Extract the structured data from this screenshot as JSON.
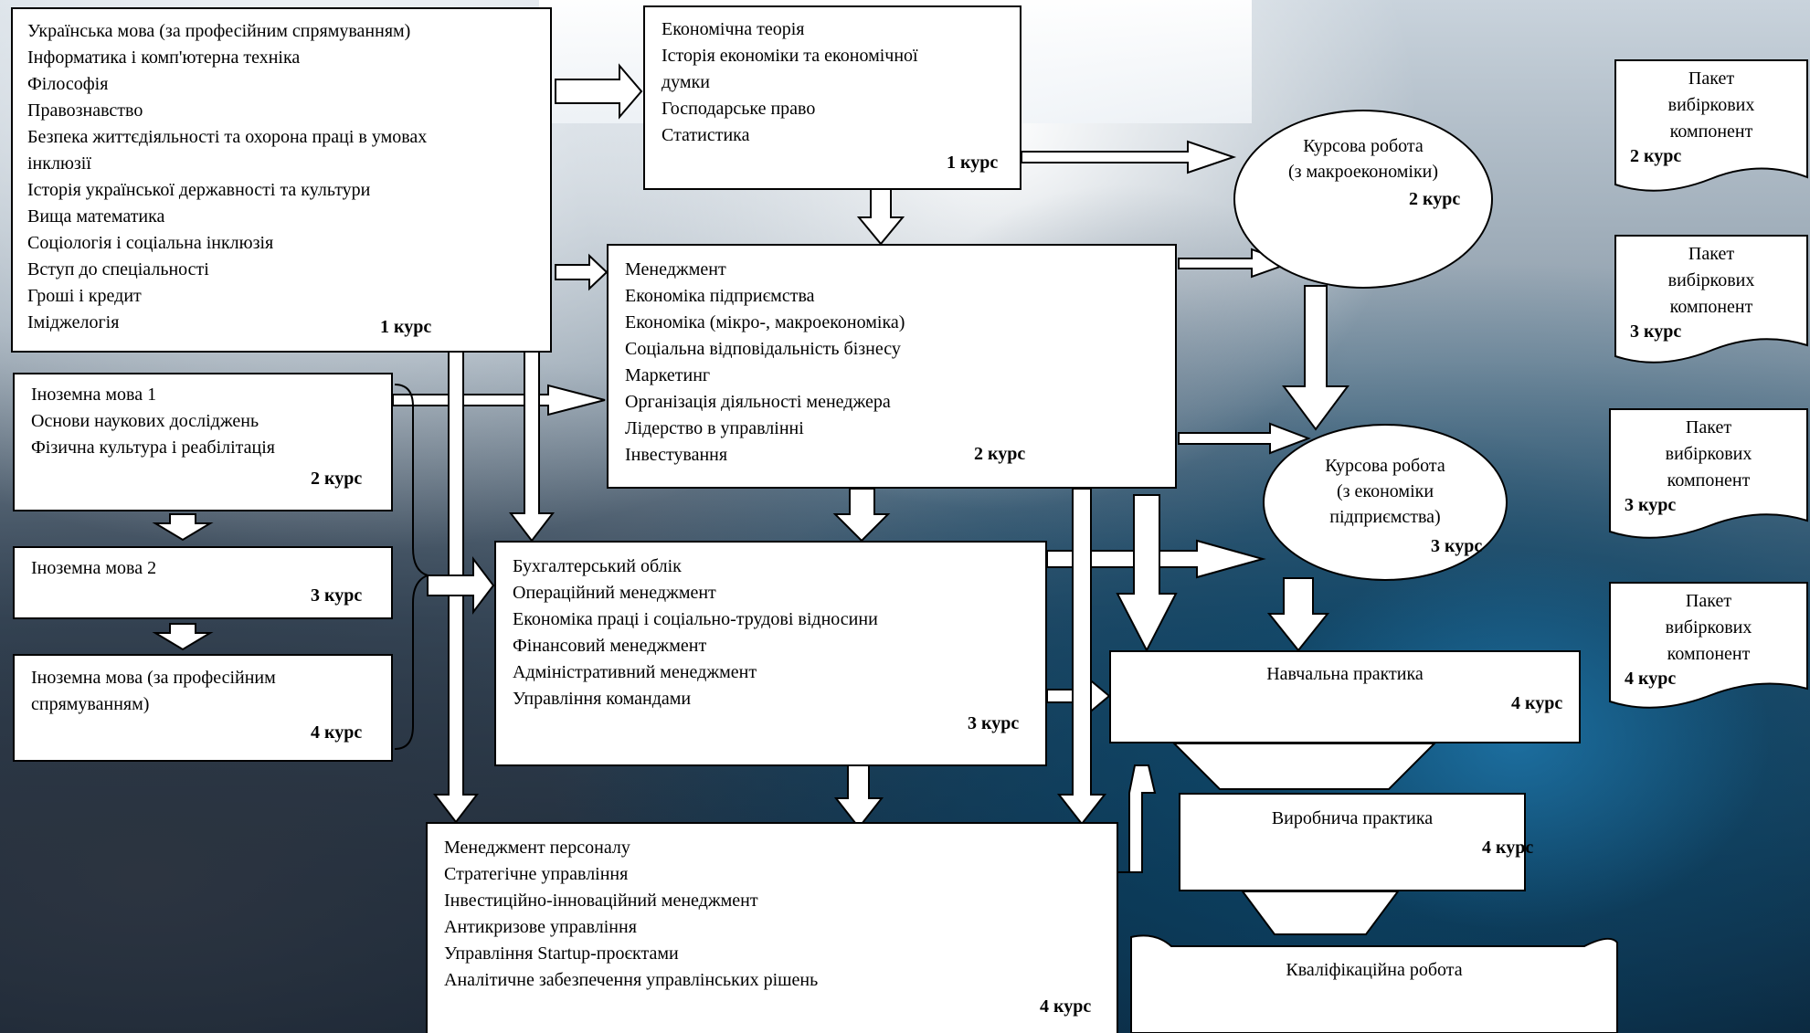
{
  "box_general": {
    "lines": [
      "Українська мова (за професійним спрямуванням)",
      "Інформатика і комп'ютерна техніка",
      "Філософія",
      "Правознавство",
      "Безпека життєдіяльності та охорона праці в умовах",
      "інклюзії",
      "Історія української державності та культури",
      "Вища математика",
      "Соціологія і соціальна інклюзія",
      "Вступ до спеціальності",
      "Гроші і кредит",
      "Іміджелогія"
    ],
    "course": "1 курс"
  },
  "box_econ": {
    "lines": [
      "Економічна теорія",
      "Історія економіки та економічної",
      "думки",
      "Господарське право",
      "Статистика"
    ],
    "course": "1 курс"
  },
  "box_lang1": {
    "lines": [
      "Іноземна мова 1",
      "Основи наукових досліджень",
      "Фізична культура і реабілітація"
    ],
    "course": "2 курс"
  },
  "box_lang2": {
    "lines": [
      "Іноземна мова 2"
    ],
    "course": "3 курс"
  },
  "box_lang3": {
    "lines": [
      "Іноземна мова (за професійним",
      "спрямуванням)"
    ],
    "course": "4 курс"
  },
  "box_mgmt": {
    "lines": [
      "Менеджмент",
      "Економіка підприємства",
      "Економіка (мікро-, макроекономіка)",
      "Соціальна відповідальність бізнесу",
      "Маркетинг",
      "Організація діяльності менеджера",
      "Лідерство в управлінні",
      "Інвестування"
    ],
    "course": "2 курс"
  },
  "box_acc": {
    "lines": [
      "Бухгалтерський облік",
      "Операційний менеджмент",
      "Економіка праці і соціально-трудові відносини",
      "Фінансовий менеджмент",
      "Адміністративний менеджмент",
      "Управління командами"
    ],
    "course": "3 курс"
  },
  "box_pers": {
    "lines": [
      "Менеджмент персоналу",
      "Стратегічне управління",
      "Інвестиційно-інноваційний менеджмент",
      "Антикризове управління",
      "Управління Startup-проєктами",
      "Аналітичне забезпечення управлінських рішень"
    ],
    "course": "4 курс"
  },
  "oval_macro": {
    "lines": [
      "Курсова робота",
      "(з макроекономіки)"
    ],
    "course": "2 курс"
  },
  "oval_enterprise": {
    "lines": [
      "Курсова робота",
      "(з економіки",
      "підприємства)"
    ],
    "course": "3 курс"
  },
  "box_study": {
    "title": "Навчальна практика",
    "course": "4 курс"
  },
  "box_prod": {
    "title": "Виробнича практика",
    "course": "4 курс"
  },
  "box_thesis": {
    "title": "Кваліфікаційна робота"
  },
  "electives": [
    {
      "lines": [
        "Пакет",
        "вибіркових",
        "компонент"
      ],
      "course": "2 курс"
    },
    {
      "lines": [
        "Пакет",
        "вибіркових",
        "компонент"
      ],
      "course": "3 курс"
    },
    {
      "lines": [
        "Пакет",
        "вибіркових",
        "компонент"
      ],
      "course": "3 курс"
    },
    {
      "lines": [
        "Пакет",
        "вибіркових",
        "компонент"
      ],
      "course": "4 курс"
    }
  ]
}
